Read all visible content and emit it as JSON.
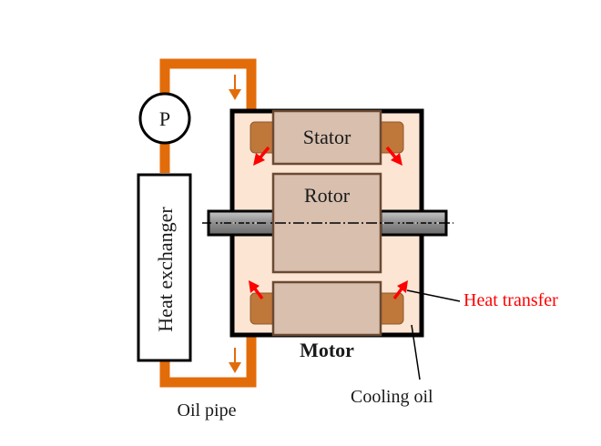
{
  "labels": {
    "pump": "P",
    "heat_exchanger": "Heat exchanger",
    "stator": "Stator",
    "rotor": "Rotor",
    "motor": "Motor",
    "heat_transfer": "Heat transfer",
    "cooling_oil": "Cooling oil",
    "oil_pipe": "Oil pipe"
  },
  "colors": {
    "pipe": "#e36c0a",
    "housing_fill": "#fde5d4",
    "core_fill": "#d8bfae",
    "core_stroke": "#6b4a33",
    "winding_fill": "#c0773a",
    "heat_arrow": "#ff0000",
    "heat_transfer_text": "#ff0000",
    "shaft": "#9a9a9a"
  }
}
